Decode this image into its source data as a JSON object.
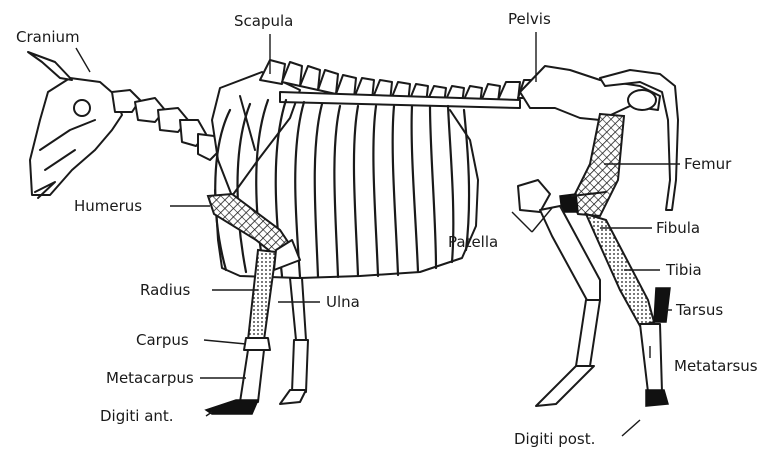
{
  "labels": {
    "cranium": "Cranium",
    "scapula": "Scapula",
    "pelvis": "Pelvis",
    "humerus": "Humerus",
    "femur": "Femur",
    "fibula": "Fibula",
    "patella": "Patella",
    "tibia": "Tibia",
    "radius": "Radius",
    "ulna": "Ulna",
    "tarsus": "Tarsus",
    "carpus": "Carpus",
    "metacarpus": "Metacarpus",
    "metatarsus": "Metatarsus",
    "digiti_ant": "Digiti ant.",
    "digiti_post": "Digiti post."
  },
  "colors": {
    "ink": "#1a1a1a",
    "paper": "#ffffff"
  }
}
